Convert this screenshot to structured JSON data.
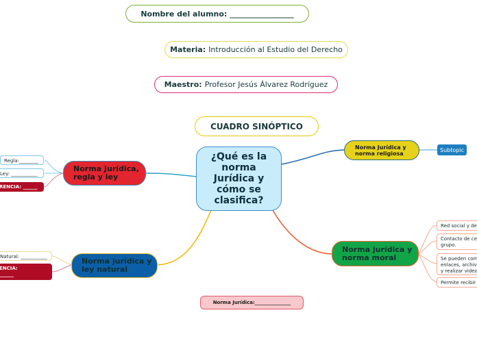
{
  "header": {
    "student": {
      "label": "Nombre del alumno: _________________"
    },
    "subject": {
      "key": "Materia:",
      "value": "Introducción al Estudio del Derecho"
    },
    "teacher": {
      "key": "Maestro:",
      "value": "Profesor Jesús Álvarez Rodríguez"
    },
    "title": "CUADRO SINÓPTICO"
  },
  "central": {
    "lines": [
      "¿Qué es la",
      "norma",
      "Jurídica y",
      "cómo se",
      "clasifica?"
    ]
  },
  "topics": {
    "religiosa": {
      "lines": [
        "Norma Jurídica y",
        "norma religiosa"
      ],
      "subtopic": "Subtopic"
    },
    "regla": {
      "lines": [
        "Norma Jurídica,",
        "regla y ley"
      ],
      "leaves": [
        "Regla:________",
        "Ley: ___________",
        "RENCIA: ______"
      ]
    },
    "moral": {
      "lines": [
        "Norma jurídica y",
        "norma moral"
      ],
      "leaves": [
        [
          "Red social y de"
        ],
        [
          "Contacto de cel",
          "grupo."
        ],
        [
          "Se pueden com",
          "enlaces, archivo",
          "y realizar video"
        ],
        [
          "Permite recibir"
        ]
      ]
    },
    "natural": {
      "lines": [
        "Norma jurídica y",
        "ley natural"
      ],
      "leaves": [
        "Natural: ___________",
        "ENCIA:",
        "______"
      ]
    },
    "floating": "Norma Jurídica:_______________"
  },
  "colors": {
    "green_border": "#7ab030",
    "yellow_border": "#e8d84a",
    "pink_border": "#e0287a",
    "title_border": "#e8c800",
    "central_fill": "#c9ecfa",
    "red_topic": "#e3252f",
    "blue_topic": "#0b5fa8",
    "green_topic": "#12a548",
    "yellow_topic": "#e6d21a",
    "subtopic": "#1e7fc0",
    "crimson_leaf": "#b00c26"
  }
}
